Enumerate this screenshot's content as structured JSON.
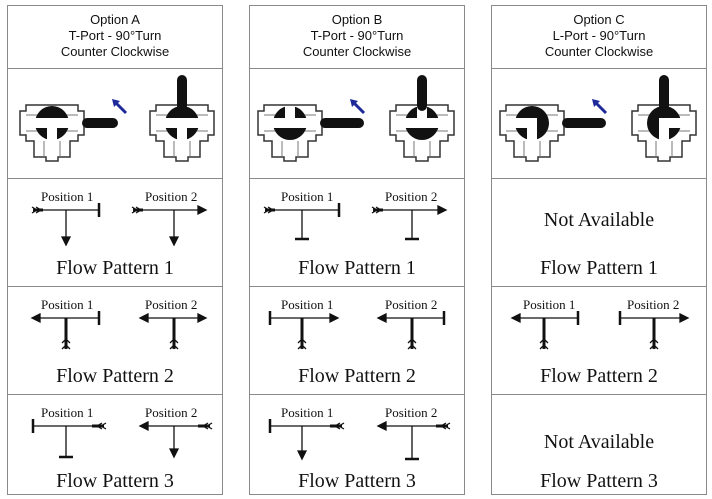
{
  "options": [
    {
      "title": "Option A",
      "subtitle": "T-Port - 90°Turn",
      "direction": "Counter Clockwise",
      "rows": [
        {
          "available": true,
          "position1": "Position 1",
          "position2": "Position 2",
          "label": "Flow Pattern 1"
        },
        {
          "available": true,
          "position1": "Position 1",
          "position2": "Position 2",
          "label": "Flow Pattern 2"
        },
        {
          "available": true,
          "position1": "Position 1",
          "position2": "Position 2",
          "label": "Flow Pattern 3"
        }
      ]
    },
    {
      "title": "Option B",
      "subtitle": "T-Port - 90°Turn",
      "direction": "Counter Clockwise",
      "rows": [
        {
          "available": true,
          "position1": "Position 1",
          "position2": "Position 2",
          "label": "Flow Pattern 1"
        },
        {
          "available": true,
          "position1": "Position 1",
          "position2": "Position 2",
          "label": "Flow Pattern 2"
        },
        {
          "available": true,
          "position1": "Position 1",
          "position2": "Position 2",
          "label": "Flow Pattern 3"
        }
      ]
    },
    {
      "title": "Option C",
      "subtitle": "L-Port - 90°Turn",
      "direction": "Counter Clockwise",
      "rows": [
        {
          "available": false,
          "status": "Not Available",
          "label": "Flow Pattern 1"
        },
        {
          "available": true,
          "position1": "Position 1",
          "position2": "Position 2",
          "label": "Flow Pattern 2"
        },
        {
          "available": false,
          "status": "Not Available",
          "label": "Flow Pattern 3"
        }
      ]
    }
  ],
  "colors": {
    "rotation_arrow": "#1f2a9a",
    "ink": "#111111",
    "border": "#8a8a8a",
    "valve_fill": "#ffffff"
  }
}
